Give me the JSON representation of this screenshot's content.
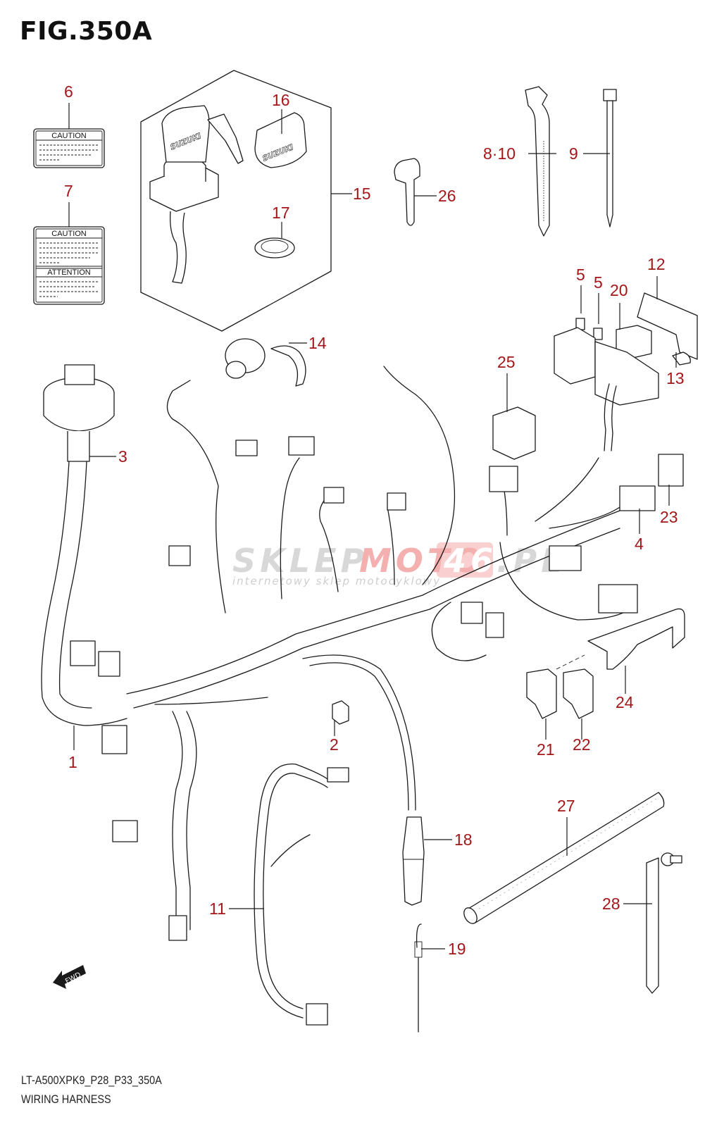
{
  "figure": {
    "title": "FIG.350A",
    "model_code": "LT-A500XPK9_P28_P33_350A",
    "section_name": "WIRING HARNESS"
  },
  "labels": {
    "caution_6": "CAUTION",
    "caution_7": "CAUTION",
    "attention_7": "ATTENTION",
    "key_brand": "SUZUKI",
    "fwd_arrow": "FWD"
  },
  "watermark": {
    "text_grey_1": "SKLEP",
    "text_red": "MOTO",
    "text_grey_2": "",
    "text_red_2": "46",
    "text_grey_3": ".PL",
    "subtitle": "internetowy sklep motocyklowy",
    "colors": {
      "grey": "#d2d2d2",
      "red": "#f2a3a3"
    }
  },
  "callouts": [
    {
      "id": "c1",
      "label": "1",
      "part": "main wiring harness"
    },
    {
      "id": "c2",
      "label": "2",
      "part": "connector"
    },
    {
      "id": "c3",
      "label": "3",
      "part": "meter harness"
    },
    {
      "id": "c4",
      "label": "4",
      "part": "connector"
    },
    {
      "id": "c5a",
      "label": "5",
      "part": "fuse"
    },
    {
      "id": "c5b",
      "label": "5",
      "part": "fuse"
    },
    {
      "id": "c6",
      "label": "6",
      "part": "caution label"
    },
    {
      "id": "c7",
      "label": "7",
      "part": "caution / attention label"
    },
    {
      "id": "c8_10",
      "label": "8·10",
      "part": "clamp band"
    },
    {
      "id": "c9",
      "label": "9",
      "part": "cable tie"
    },
    {
      "id": "c11",
      "label": "11",
      "part": "sub harness"
    },
    {
      "id": "c12",
      "label": "12",
      "part": "bracket"
    },
    {
      "id": "c13",
      "label": "13",
      "part": "clamp"
    },
    {
      "id": "c14",
      "label": "14",
      "part": "socket"
    },
    {
      "id": "c15",
      "label": "15",
      "part": "ignition switch assy"
    },
    {
      "id": "c16",
      "label": "16",
      "part": "key cap"
    },
    {
      "id": "c17",
      "label": "17",
      "part": "nut"
    },
    {
      "id": "c18",
      "label": "18",
      "part": "sensor"
    },
    {
      "id": "c19",
      "label": "19",
      "part": "spring"
    },
    {
      "id": "c20",
      "label": "20",
      "part": "relay"
    },
    {
      "id": "c21",
      "label": "21",
      "part": "connector"
    },
    {
      "id": "c22",
      "label": "22",
      "part": "connector"
    },
    {
      "id": "c23",
      "label": "23",
      "part": "connector"
    },
    {
      "id": "c24",
      "label": "24",
      "part": "bracket"
    },
    {
      "id": "c25",
      "label": "25",
      "part": "relay"
    },
    {
      "id": "c26",
      "label": "26",
      "part": "key blank"
    },
    {
      "id": "c27",
      "label": "27",
      "part": "corrugated tube"
    },
    {
      "id": "c28",
      "label": "28",
      "part": "clamp band"
    }
  ],
  "colors": {
    "callout": "#a3161a",
    "line_art": "#1a1a1a",
    "background": "#ffffff"
  }
}
